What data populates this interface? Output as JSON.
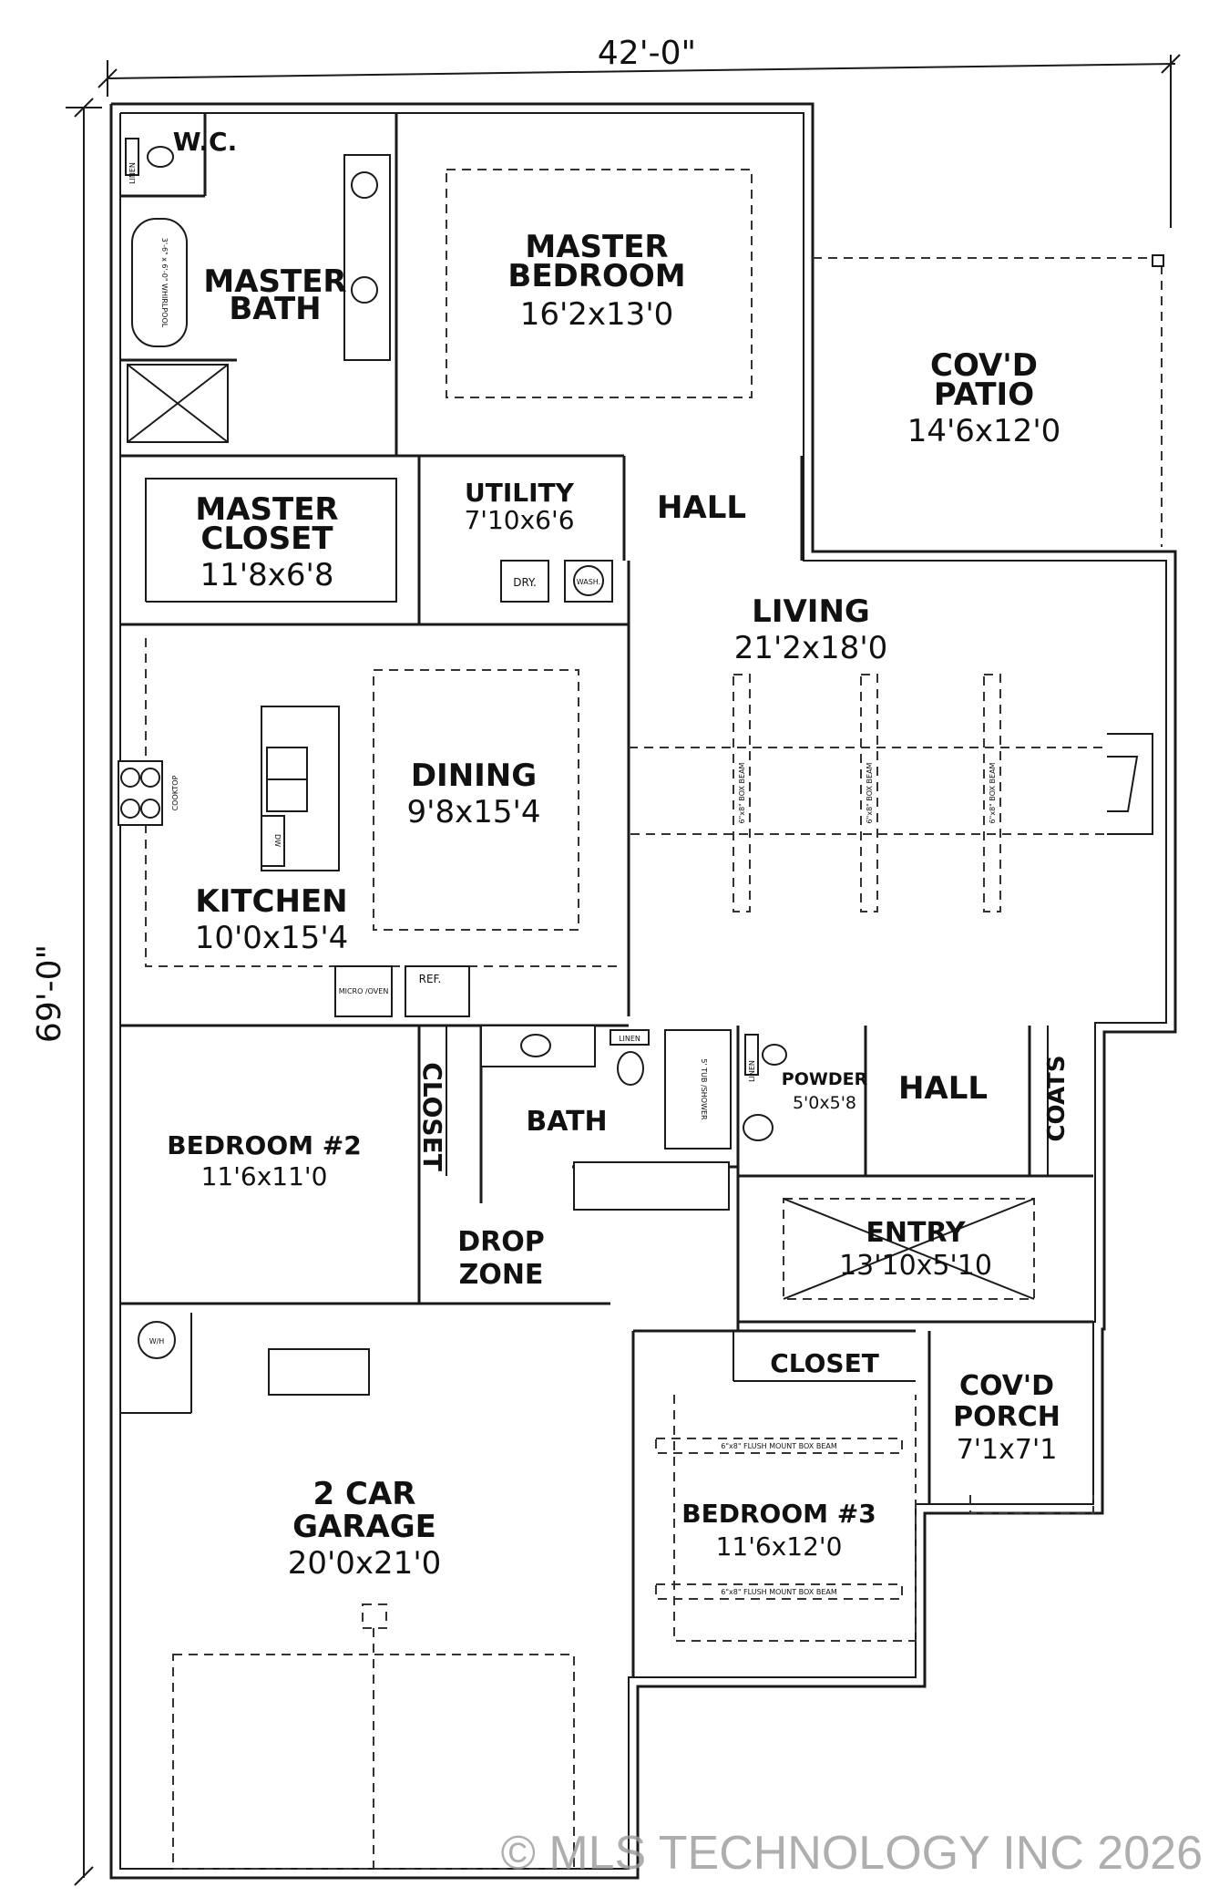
{
  "dimensions": {
    "width": "42'-0\"",
    "depth": "69'-0\""
  },
  "rooms": {
    "wc": {
      "name": "W.C."
    },
    "master_bath": {
      "name_line1": "MASTER",
      "name_line2": "BATH",
      "tub_note": "3'-6\" x 6'-0\" WHIRLPOOL"
    },
    "master_bedroom": {
      "name_line1": "MASTER",
      "name_line2": "BEDROOM",
      "size": "16'2x13'0"
    },
    "patio": {
      "name_line1": "COV'D",
      "name_line2": "PATIO",
      "size": "14'6x12'0"
    },
    "master_closet": {
      "name_line1": "MASTER",
      "name_line2": "CLOSET",
      "size": "11'8x6'8"
    },
    "utility": {
      "name": "UTILITY",
      "size": "7'10x6'6",
      "dryer": "DRY.",
      "washer": "WASH."
    },
    "hall_upper": {
      "name": "HALL"
    },
    "living": {
      "name": "LIVING",
      "size": "21'2x18'0",
      "beam": "6\"x8\" BOX BEAM"
    },
    "dining": {
      "name": "DINING",
      "size": "9'8x15'4"
    },
    "kitchen": {
      "name": "KITCHEN",
      "size": "10'0x15'4",
      "cooktop": "COOKTOP",
      "dishwasher": "DW",
      "micro": "MICRO /OVEN",
      "fridge": "REF."
    },
    "bedroom2": {
      "name": "BEDROOM #2",
      "size": "11'6x11'0"
    },
    "closet2": {
      "name": "CLOSET"
    },
    "bath": {
      "name": "BATH",
      "tub": "5' TUB /SHOWER"
    },
    "powder": {
      "name": "POWDER",
      "size": "5'0x5'8"
    },
    "hall_lower": {
      "name": "HALL"
    },
    "coats": {
      "name": "COATS"
    },
    "entry": {
      "name": "ENTRY",
      "size": "13'10x5'10"
    },
    "drop_zone": {
      "name_line1": "DROP",
      "name_line2": "ZONE"
    },
    "closet3": {
      "name": "CLOSET"
    },
    "porch": {
      "name_line1": "COV'D",
      "name_line2": "PORCH",
      "size": "7'1x7'1"
    },
    "garage": {
      "name_line1": "2 CAR",
      "name_line2": "GARAGE",
      "size": "20'0x21'0",
      "water_heater": "W/H"
    },
    "bedroom3": {
      "name": "BEDROOM #3",
      "size": "11'6x12'0",
      "beam": "6\"x8\" FLUSH MOUNT BOX BEAM"
    },
    "linen": "LINEN"
  },
  "watermark": "© MLS TECHNOLOGY INC 2026"
}
